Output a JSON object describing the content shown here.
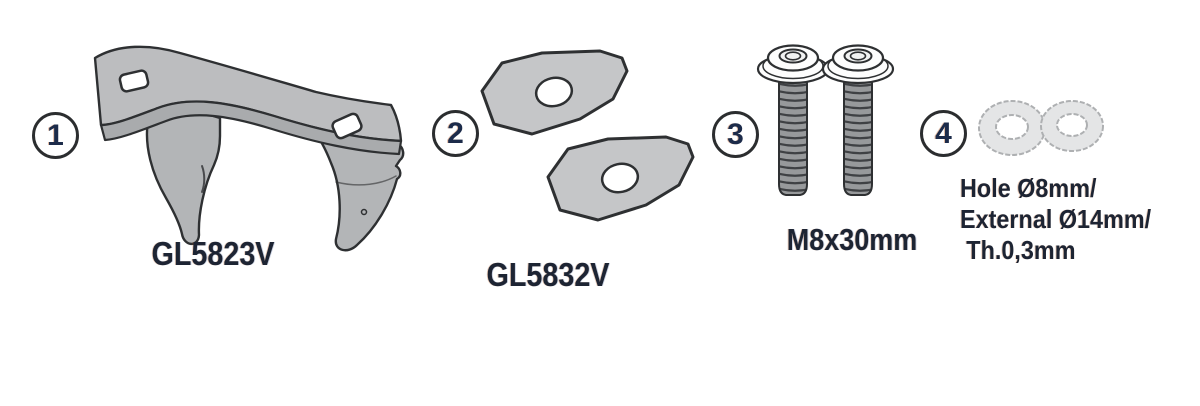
{
  "colors": {
    "background": "#ffffff",
    "outline": "#2e3032",
    "part_fill": "#bcbdbf",
    "text": "#1d2433",
    "number_text": "#1c2b4a"
  },
  "parts": [
    {
      "number": "1",
      "label": "GL5823V",
      "illustration": "mounting-bracket"
    },
    {
      "number": "2",
      "label": "GL5832V",
      "illustration": "adapter-plates"
    },
    {
      "number": "3",
      "label": "M8x30mm",
      "illustration": "flanged-screws"
    },
    {
      "number": "4",
      "illustration": "flat-washers",
      "label_lines": [
        "Hole Ø8mm/",
        "External Ø14mm/",
        "Th.0,3mm"
      ]
    }
  ]
}
